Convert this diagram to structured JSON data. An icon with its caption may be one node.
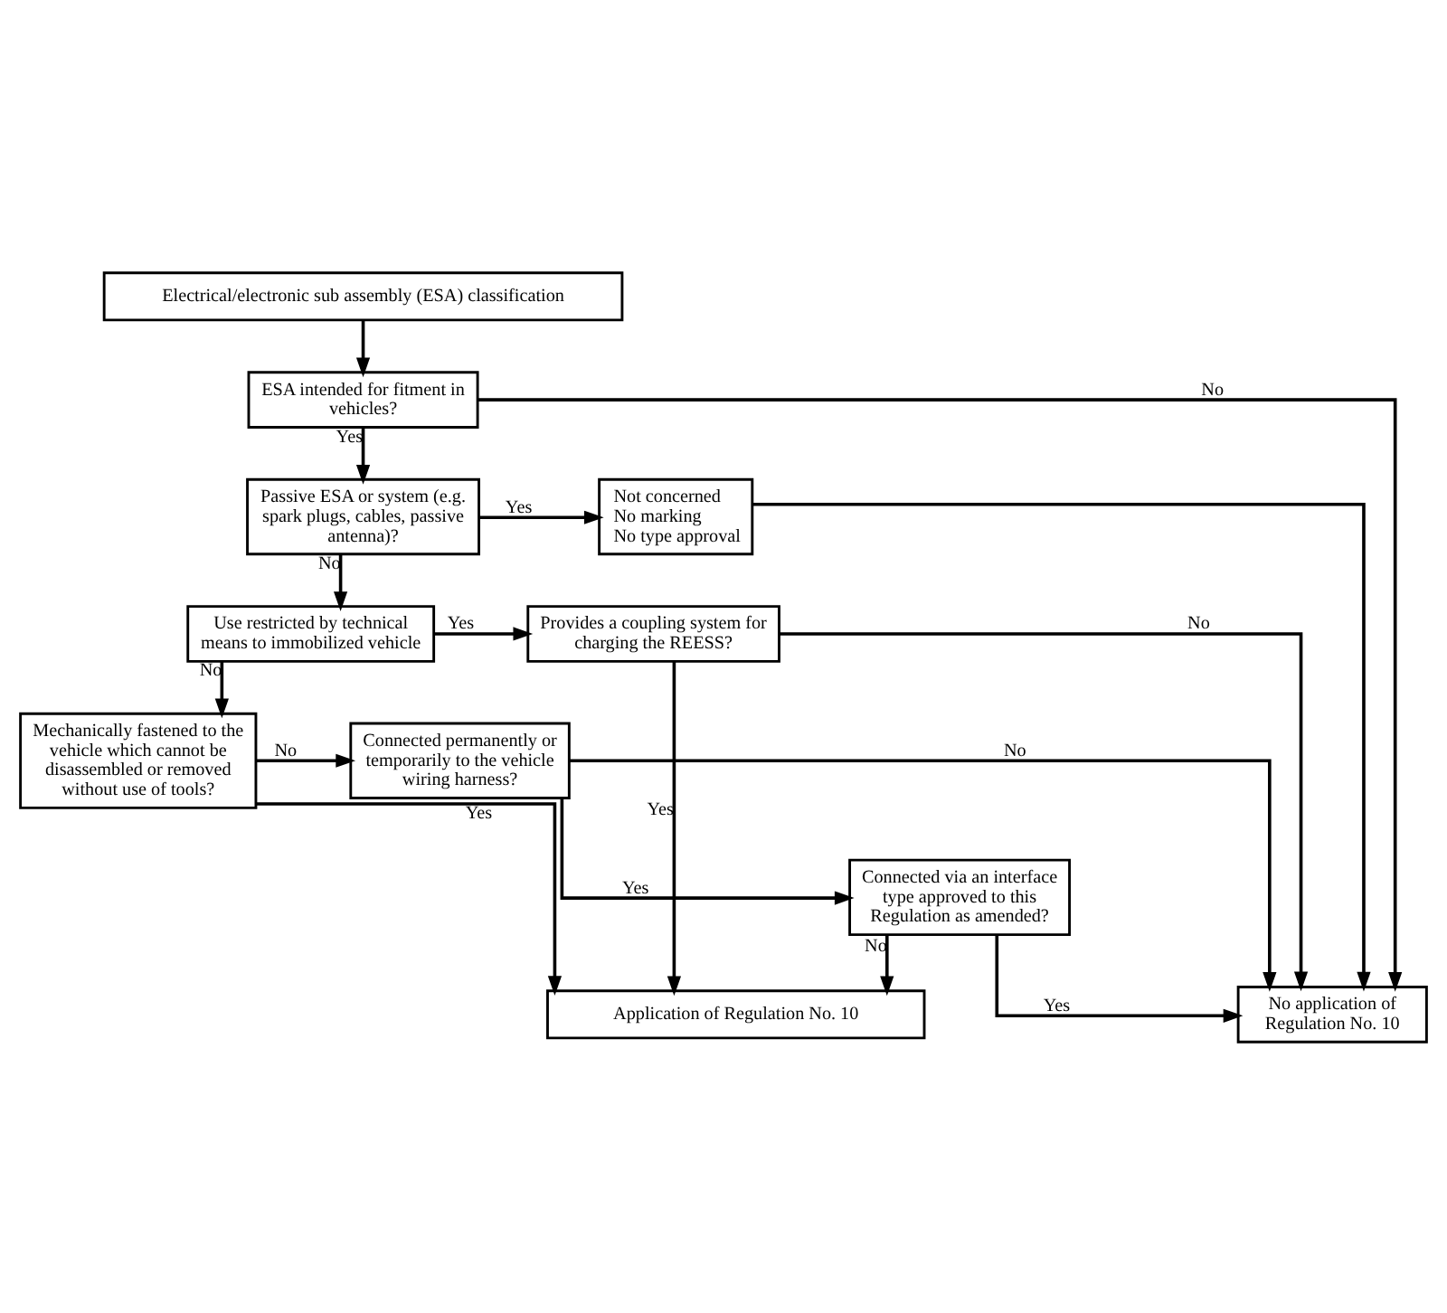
{
  "diagram": {
    "nodes": [
      {
        "text": [
          "Electrical/electronic sub assembly (ESA) classification"
        ]
      },
      {
        "text": [
          "ESA intended for fitment in vehicles?"
        ]
      },
      {
        "text": [
          "Passive ESA or system (e.g. spark plugs, cables, passive antenna)?"
        ]
      },
      {
        "text": [
          "Not concerned",
          "No marking",
          "No type approval"
        ]
      },
      {
        "text": [
          "Use restricted by technical means to immobilized vehicle"
        ]
      },
      {
        "text": [
          "Provides a coupling system for charging the REESS?"
        ]
      },
      {
        "text": [
          "Mechanically fastened to the vehicle which cannot be disassembled or removed without use of tools?"
        ]
      },
      {
        "text": [
          "Connected permanently or temporarily to the vehicle wiring harness?"
        ]
      },
      {
        "text": [
          "Connected via an interface type approved to this Regulation as amended?"
        ]
      },
      {
        "text": [
          "Application of Regulation No. 10"
        ]
      },
      {
        "text": [
          "No application of Regulation No. 10"
        ]
      }
    ],
    "edges": [
      {
        "from": 0,
        "to": 1,
        "arrow": "to"
      },
      {
        "from": 1,
        "to": 10,
        "arrow": "to",
        "label": "No"
      },
      {
        "from": 1,
        "to": 2,
        "arrow": "to",
        "label": "Yes"
      },
      {
        "from": 2,
        "to": 3,
        "arrow": "to",
        "label": "Yes"
      },
      {
        "from": 3,
        "to": 10,
        "arrow": "to"
      },
      {
        "from": 2,
        "to": 4,
        "arrow": "to",
        "label": "No"
      },
      {
        "from": 4,
        "to": 5,
        "arrow": "to",
        "label": "Yes"
      },
      {
        "from": 5,
        "to": 10,
        "arrow": "to",
        "label": "No"
      },
      {
        "from": 5,
        "to": 9,
        "arrow": "to",
        "label": "Yes"
      },
      {
        "from": 4,
        "to": 6,
        "arrow": "to",
        "label": "No"
      },
      {
        "from": 6,
        "to": 7,
        "arrow": "to",
        "label": "No"
      },
      {
        "from": 6,
        "to": 9,
        "arrow": "to",
        "label": "Yes"
      },
      {
        "from": 7,
        "to": 10,
        "arrow": "to",
        "label": "No"
      },
      {
        "from": 7,
        "to": 8,
        "arrow": "to",
        "label": "Yes"
      },
      {
        "from": 8,
        "to": 10,
        "arrow": "to",
        "label": "Yes"
      },
      {
        "from": 8,
        "to": 9,
        "arrow": "to",
        "label": "No"
      }
    ]
  }
}
